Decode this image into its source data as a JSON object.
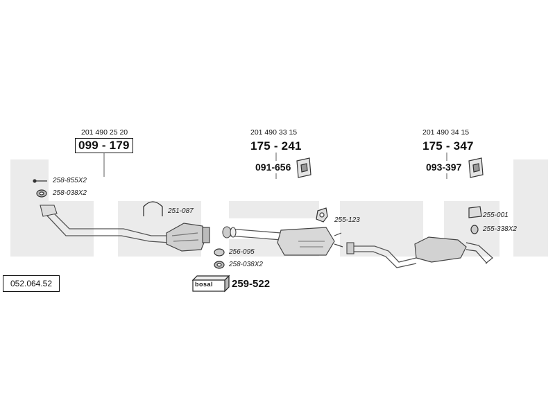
{
  "reference_number": "052.064.52",
  "watermark_text": "bosal",
  "brand_label": "bosal",
  "groups": [
    {
      "oem": "201 490 25 20",
      "part": "099 - 179"
    },
    {
      "oem": "201 490 33 15",
      "part": "175 - 241",
      "sub_part": "091-656"
    },
    {
      "oem": "201 490 34 15",
      "part": "175 - 347",
      "sub_part": "093-397"
    }
  ],
  "labels": {
    "clamp_front": "258-855X2",
    "gasket_front": "258-038X2",
    "u_bolt": "251-087",
    "ring_mid": "256-095",
    "gasket_mid": "258-038X2",
    "hanger_mid": "255-123",
    "hanger_rear": "255-001",
    "ring_rear": "255-338X2"
  },
  "kit_part": "259-522",
  "colors": {
    "watermark": "#ebebeb",
    "pipe": "#555555",
    "ink": "#111111"
  }
}
